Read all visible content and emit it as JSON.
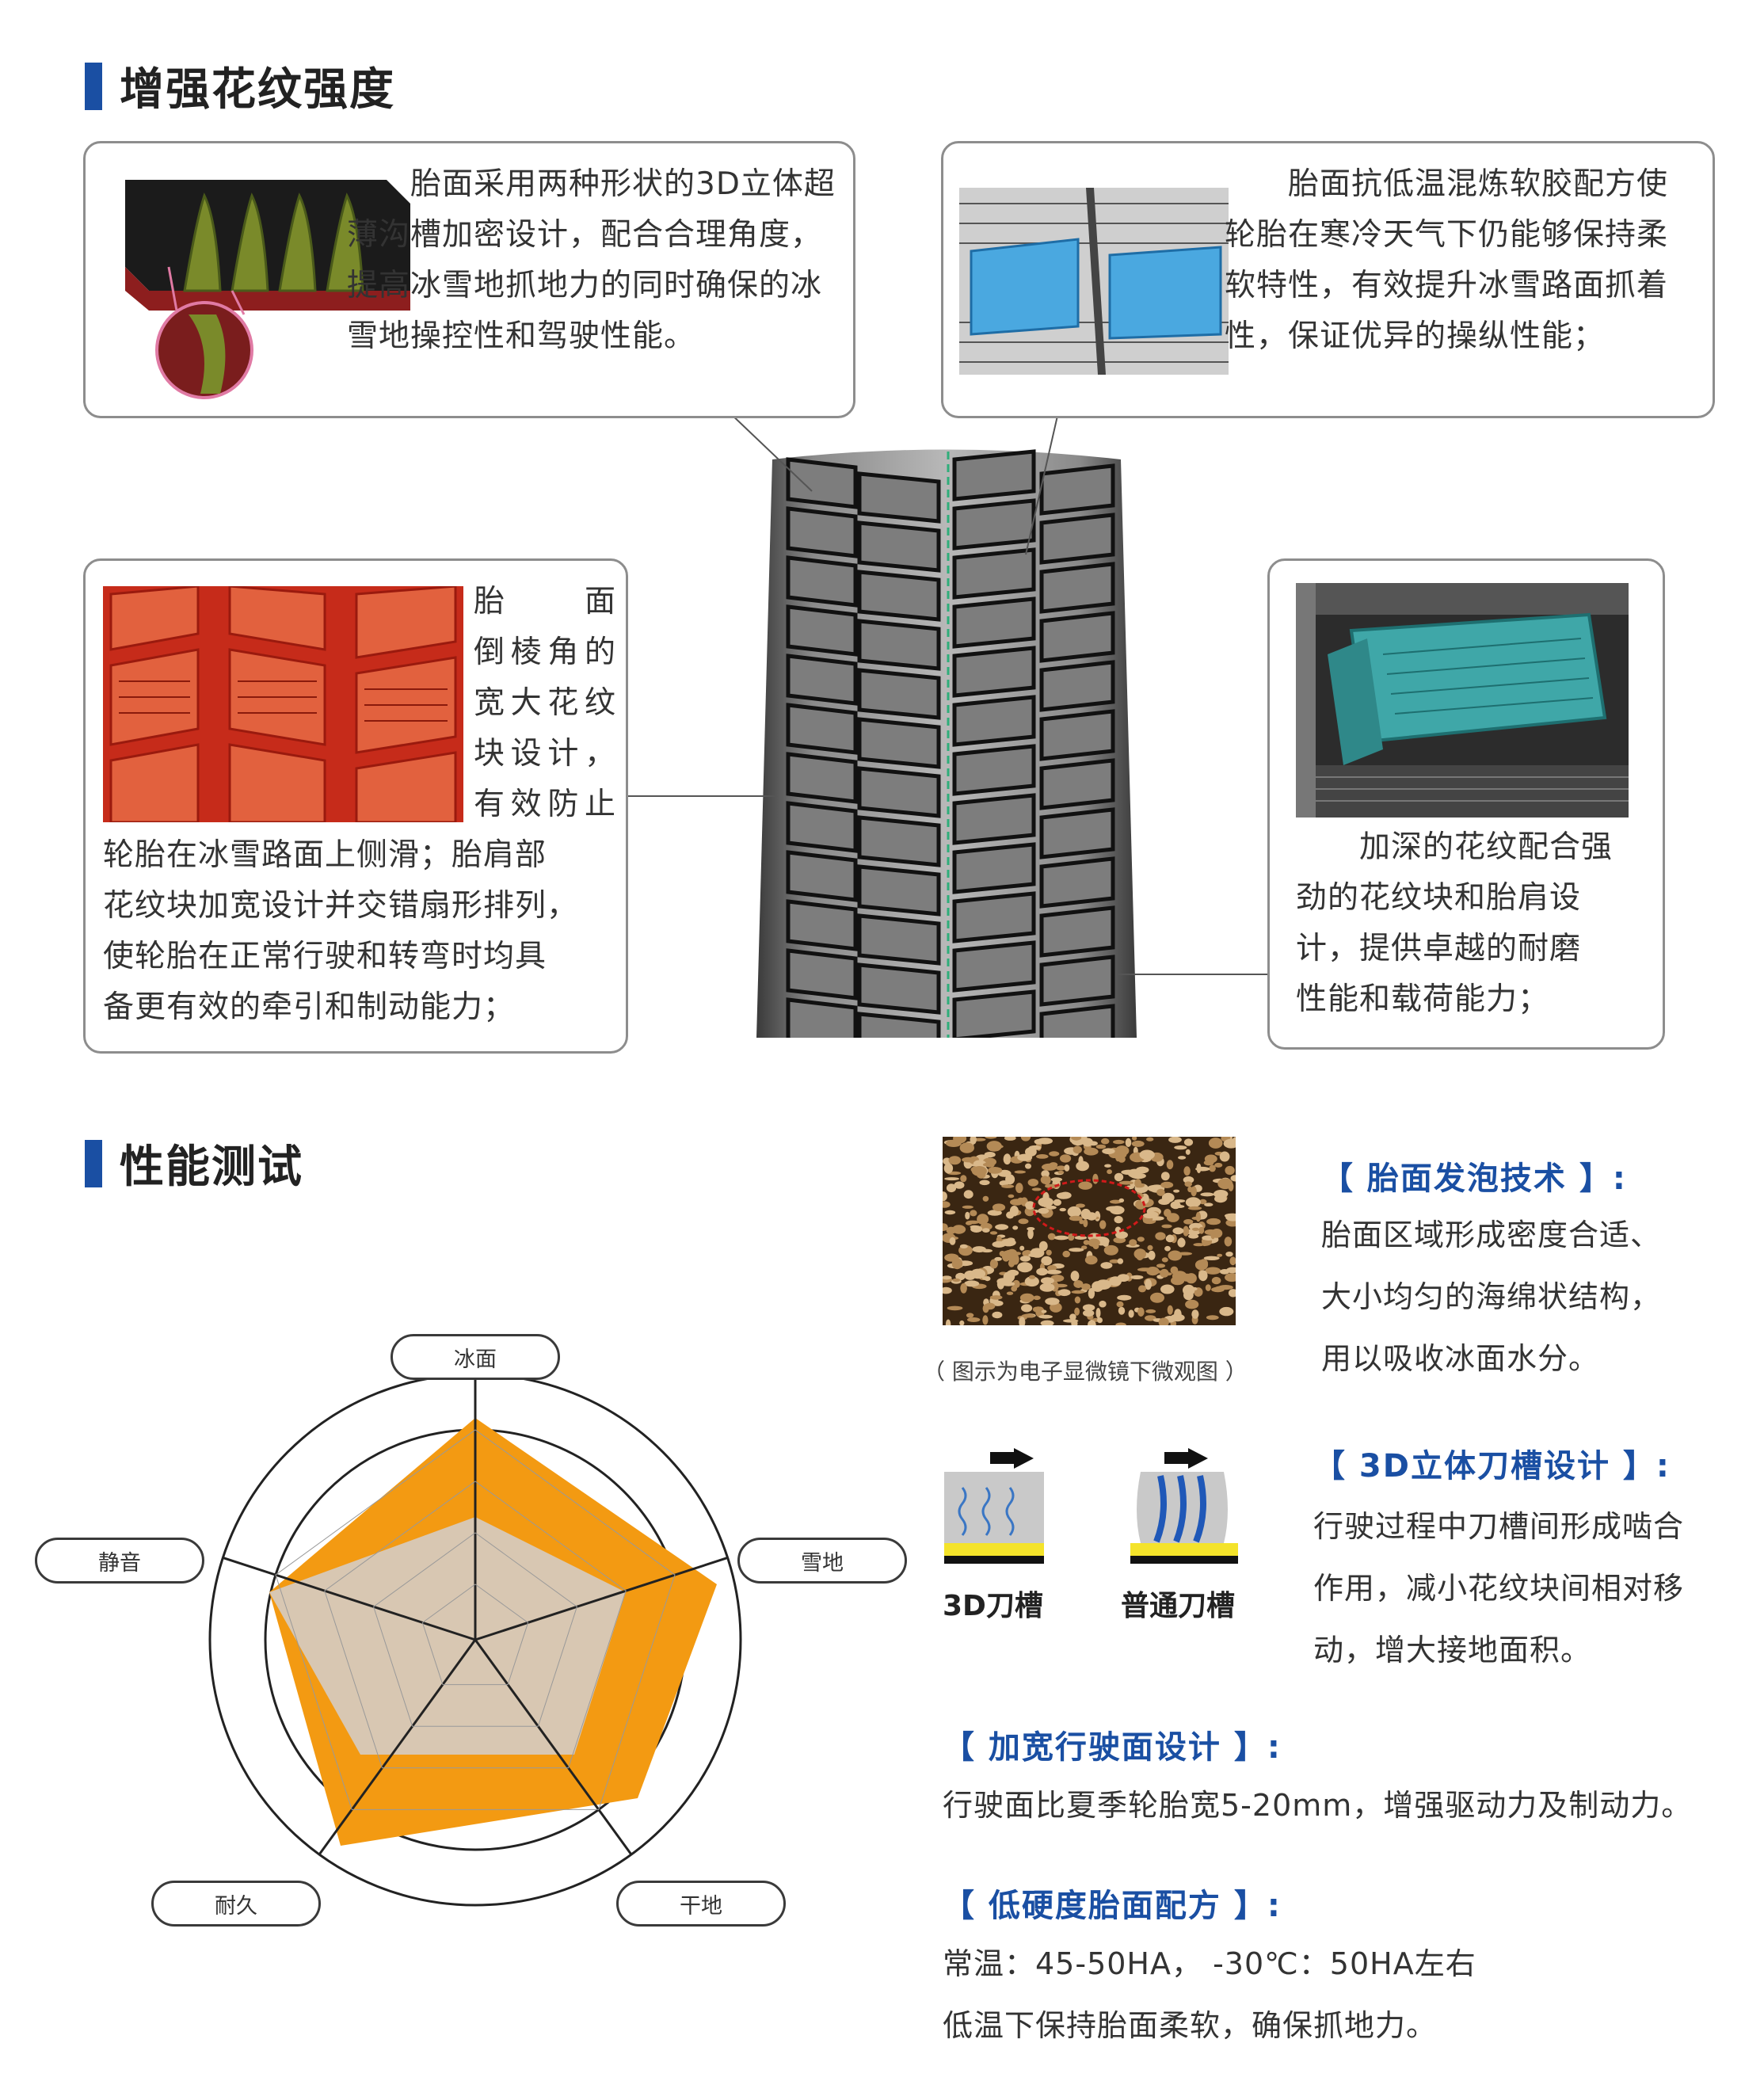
{
  "section1": {
    "title": "增强花纹强度"
  },
  "card_top_left": {
    "lines": [
      "　　胎面采用两种形状的3D立体超",
      "薄沟槽加密设计，配合合理角度，",
      "提高冰雪地抓地力的同时确保的冰",
      "雪地操控性和驾驶性能。"
    ]
  },
  "card_top_right": {
    "lines": [
      "　　胎面抗低温混炼软胶配方使",
      "轮胎在寒冷天气下仍能够保持柔",
      "软特性，有效提升冰雪路面抓着",
      "性，保证优异的操纵性能；"
    ]
  },
  "card_mid_left": {
    "side_lines": [
      "胎 面",
      "倒棱角的",
      "宽大花纹",
      "块设计，",
      "有效防止"
    ],
    "lines": [
      "轮胎在冰雪路面上侧滑；胎肩部",
      "花纹块加宽设计并交错扇形排列，",
      "使轮胎在正常行驶和转弯时均具",
      "备更有效的牵引和制动能力；"
    ]
  },
  "card_mid_right": {
    "lines": [
      "　　加深的花纹配合强",
      "劲的花纹块和胎肩设",
      "计，提供卓越的耐磨",
      "性能和载荷能力；"
    ]
  },
  "section2": {
    "title": "性能测试"
  },
  "radar": {
    "axes": [
      "冰面",
      "雪地",
      "干地",
      "耐久",
      "静音"
    ],
    "colors": {
      "outer": "#f39a12",
      "inner": "#d8c7b2",
      "grid": "#222222"
    }
  },
  "microscope": {
    "caption": "（ 图示为电子显微镜下微观图 ）"
  },
  "blades": {
    "left_label": "3D刀槽",
    "right_label": "普通刀槽"
  },
  "tech": {
    "foam": {
      "heading": "【 胎面发泡技术 】:",
      "lines": [
        "胎面区域形成密度合适、",
        "大小均匀的海绵状结构，",
        "用以吸收冰面水分。"
      ]
    },
    "blade3d": {
      "heading": "【 3D立体刀槽设计 】:",
      "lines": [
        "行驶过程中刀槽间形成啮合",
        "作用，减小花纹块间相对移",
        "动，增大接地面积。"
      ]
    },
    "wide": {
      "heading": "【 加宽行驶面设计 】:",
      "lines": [
        "行驶面比夏季轮胎宽5-20mm，增强驱动力及制动力。"
      ]
    },
    "hardness": {
      "heading": "【 低硬度胎面配方 】:",
      "lines": [
        "常温：45-50HA， -30℃：50HA左右",
        "低温下保持胎面柔软，确保抓地力。"
      ]
    }
  }
}
